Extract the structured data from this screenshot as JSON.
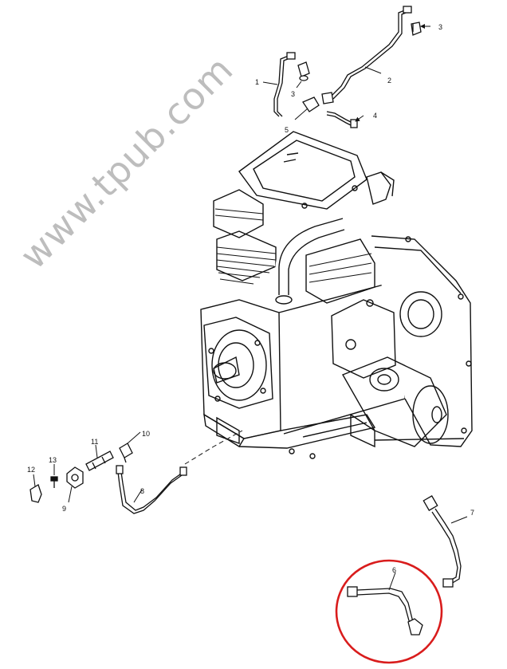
{
  "watermark": "www.tpub.com",
  "callouts": {
    "c1": "1",
    "c2": "2",
    "c3a": "3",
    "c3b": "3",
    "c4": "4",
    "c5": "5",
    "c6": "6",
    "c7": "7",
    "c8": "8",
    "c9": "9",
    "c10": "10",
    "c11": "11",
    "c12": "12",
    "c13": "13"
  },
  "highlight_color": "#d91c1c"
}
